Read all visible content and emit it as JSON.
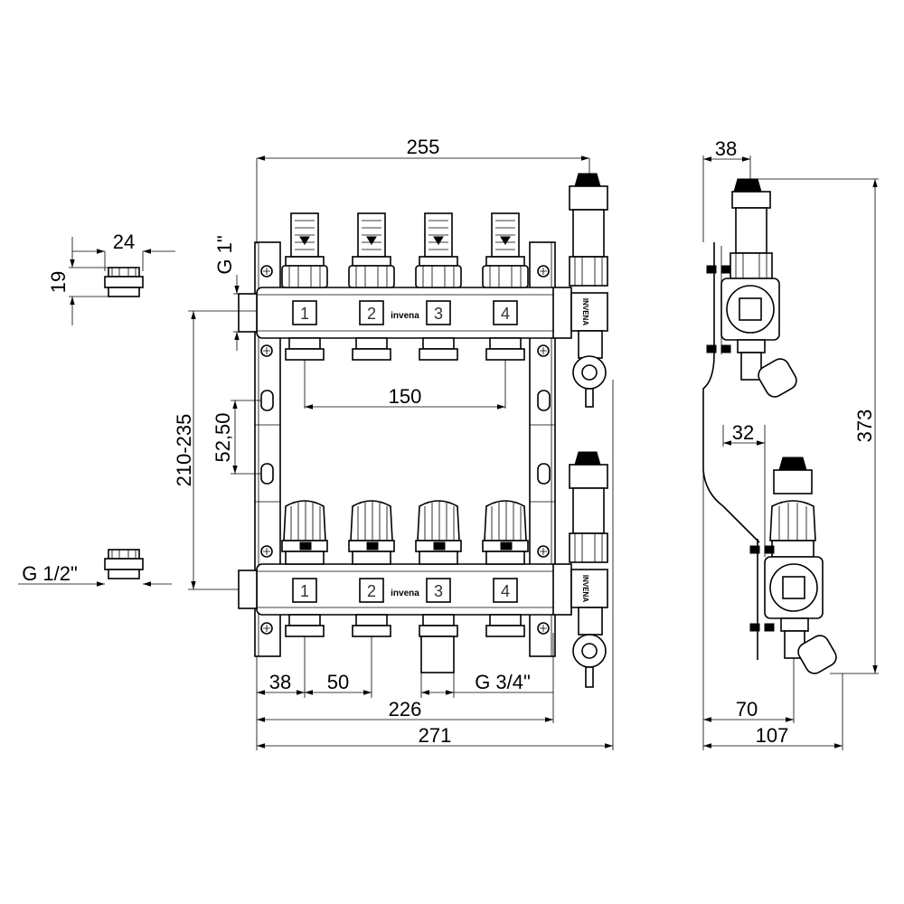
{
  "brand": "invena",
  "valve_brand": "INVENA",
  "ports": [
    "1",
    "2",
    "3",
    "4"
  ],
  "dimensions": {
    "top_width": "255",
    "nipple_width": "24",
    "nipple_height": "19",
    "thread_main": "G 1\"",
    "outlet_span": "150",
    "slot_spacing": "52,50",
    "rail_spacing": "210-235",
    "thread_nipple": "G 1/2\"",
    "offset_first": "38",
    "outlet_pitch": "50",
    "thread_outlet": "G 3/4\"",
    "bar_length": "226",
    "overall_width": "271",
    "side_top_depth": "38",
    "side_height": "373",
    "side_mid_depth": "32",
    "side_depth_70": "70",
    "side_depth_107": "107"
  }
}
